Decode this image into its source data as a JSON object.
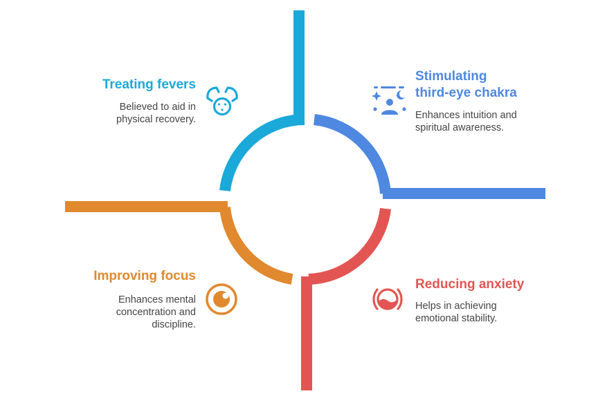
{
  "colors": {
    "fevers": "#1ba9d9",
    "chakra": "#4e88e0",
    "focus": "#e0892f",
    "anxiety": "#e35552",
    "text": "#444444"
  },
  "quadrants": {
    "fevers": {
      "title": "Treating fevers",
      "desc_lines": [
        "Believed to aid in",
        "physical recovery."
      ],
      "icon": "hands-holding-face-icon"
    },
    "chakra": {
      "title_lines": [
        "Stimulating",
        "third-eye chakra"
      ],
      "desc_lines": [
        "Enhances intuition and",
        "spiritual awareness."
      ],
      "icon": "meditation-person-icon"
    },
    "focus": {
      "title": "Improving focus",
      "desc_lines": [
        "Enhances mental",
        "concentration and",
        "discipline."
      ],
      "icon": "focus-eye-icon"
    },
    "anxiety": {
      "title": "Reducing anxiety",
      "desc_lines": [
        "Helps in achieving",
        "emotional stability."
      ],
      "icon": "calm-mind-icon"
    }
  }
}
